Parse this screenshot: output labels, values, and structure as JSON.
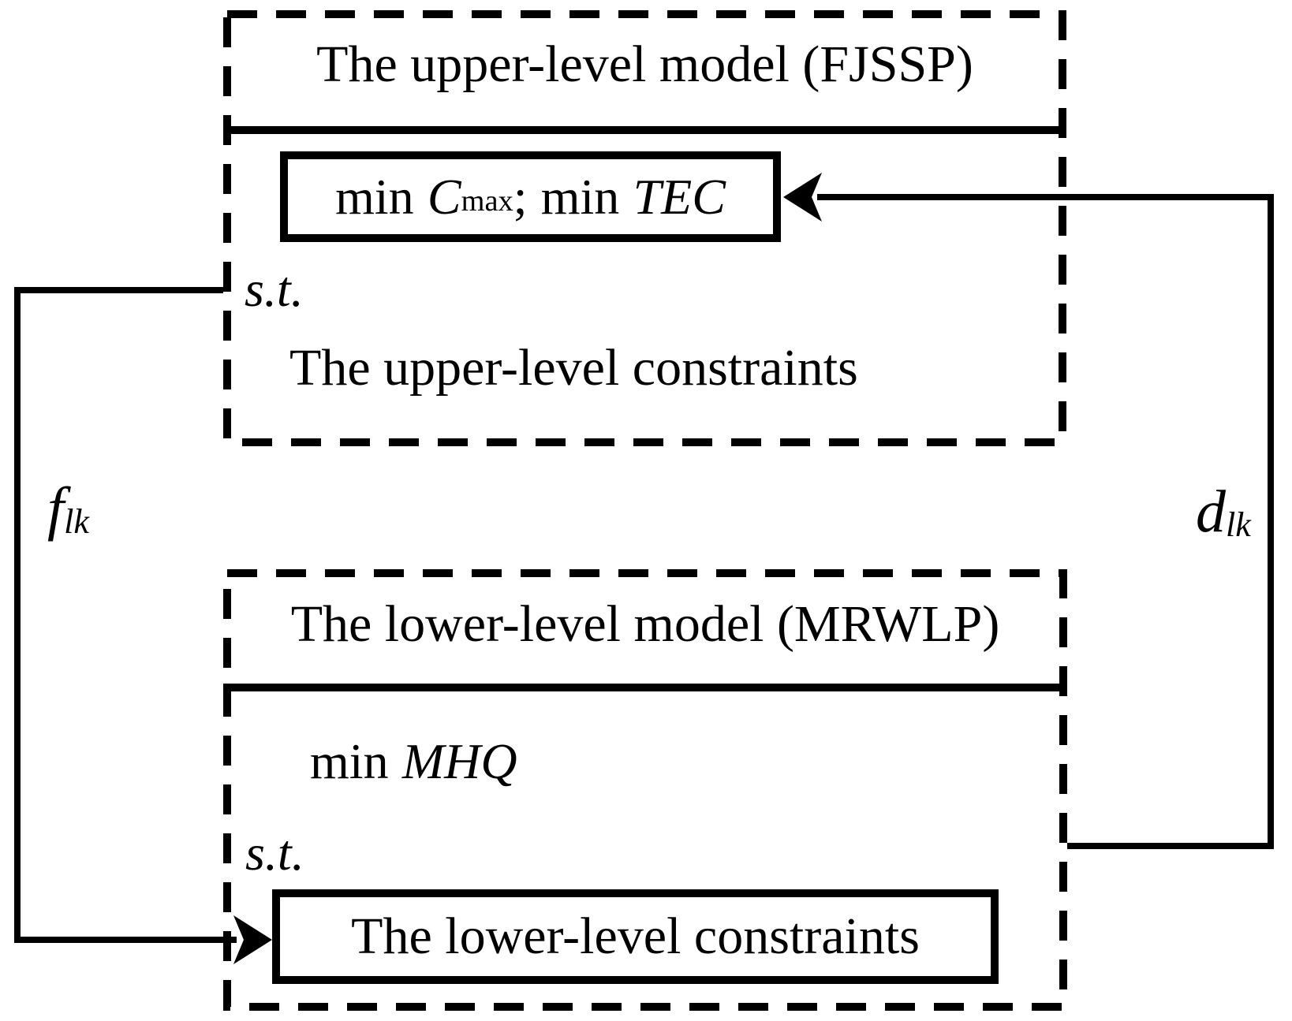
{
  "diagram": {
    "background": "#ffffff",
    "line_color": "#000000",
    "upper_model": {
      "title": "The upper-level model (FJSSP)",
      "objective": {
        "min1": "min",
        "var1": "C",
        "sub1": "max",
        "sep": ";",
        "min2": "min",
        "var2": "TEC"
      },
      "st": "s.t.",
      "constraints": "The upper-level constraints"
    },
    "lower_model": {
      "title": "The lower-level model (MRWLP)",
      "objective": {
        "min": "min",
        "var": "MHQ"
      },
      "st": "s.t.",
      "constraints": "The lower-level constraints"
    },
    "edges": {
      "f": {
        "base": "f",
        "sub": "lk"
      },
      "d": {
        "base": "d",
        "sub": "lk"
      }
    }
  }
}
